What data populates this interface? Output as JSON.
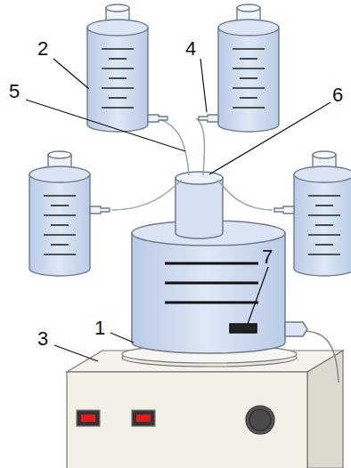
{
  "diagram": {
    "labels": [
      "2",
      "4",
      "5",
      "6",
      "1",
      "7",
      "3"
    ]
  }
}
